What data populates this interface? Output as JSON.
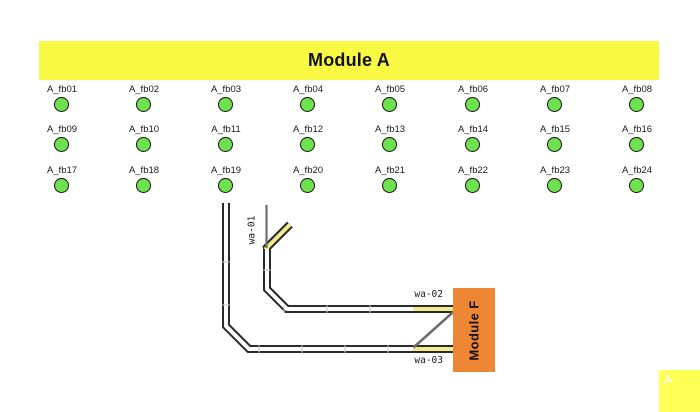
{
  "header": {
    "title": "Module A",
    "bg": "#f9f943"
  },
  "module_f": {
    "label": "Module F",
    "bg": "#ed8733"
  },
  "feedthroughs": [
    "A_fb01",
    "A_fb02",
    "A_fb03",
    "A_fb04",
    "A_fb05",
    "A_fb06",
    "A_fb07",
    "A_fb08",
    "A_fb09",
    "A_fb10",
    "A_fb11",
    "A_fb12",
    "A_fb13",
    "A_fb14",
    "A_fb15",
    "A_fb16",
    "A_fb17",
    "A_fb18",
    "A_fb19",
    "A_fb20",
    "A_fb21",
    "A_fb22",
    "A_fb23",
    "A_fb24"
  ],
  "wires": [
    {
      "label": "wa-01",
      "highlighted": true
    },
    {
      "label": "wa-02",
      "highlighted": true
    },
    {
      "label": "wa-03",
      "highlighted": true
    }
  ],
  "marker": {
    "label": "A",
    "bg": "#ffff55",
    "text_color": "#ffffff"
  },
  "colors": {
    "background": "#ffffff",
    "node_fill": "#6ee24e",
    "node_outline": "#111111",
    "wire_outline": "#2a2a2a",
    "wire_core": "#ffffff",
    "wire_highlight": "#f1ea8e",
    "stub_gray": "#6d6d6d",
    "tick_gray": "#c9c9c9",
    "text": "#1a1a1a"
  }
}
